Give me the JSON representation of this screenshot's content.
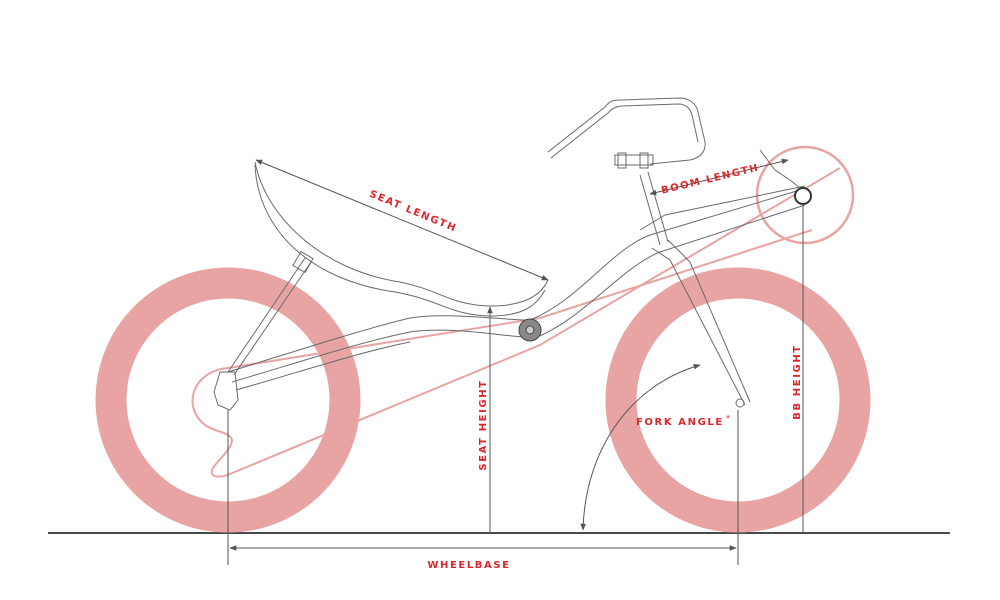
{
  "diagram": {
    "title": "Recumbent bike geometry",
    "labels": {
      "seat_length": "SEAT LENGTH",
      "boom_length": "BOOM LENGTH",
      "seat_height": "SEAT HEIGHT",
      "bb_height": "BB HEIGHT",
      "fork_angle": "FORK ANGLE",
      "fork_angle_symbol": "°",
      "wheelbase": "WHEELBASE"
    },
    "colors": {
      "accent": "#e0262b",
      "wheel": "#e8a4a2",
      "line": "#555555"
    }
  }
}
